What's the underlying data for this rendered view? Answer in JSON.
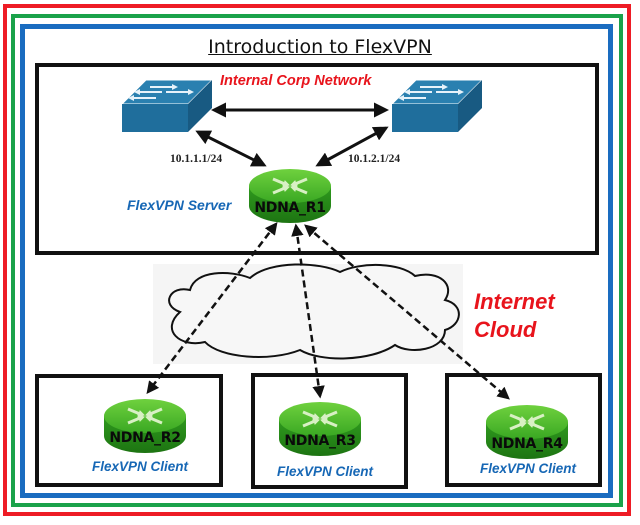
{
  "title": "Introduction to FlexVPN",
  "internal_network": {
    "label": "Internal Corp Network",
    "switches": [
      {
        "name": "switch-left",
        "ip": "10.1.1.1/24"
      },
      {
        "name": "switch-right",
        "ip": "10.1.2.1/24"
      }
    ]
  },
  "server": {
    "router": "NDNA_R1",
    "role": "FlexVPN Server"
  },
  "cloud": {
    "label_line1": "Internet",
    "label_line2": "Cloud"
  },
  "clients": [
    {
      "router": "NDNA_R2",
      "role": "FlexVPN Client"
    },
    {
      "router": "NDNA_R3",
      "role": "FlexVPN Client"
    },
    {
      "router": "NDNA_R4",
      "role": "FlexVPN Client"
    }
  ],
  "colors": {
    "frame_outer": "#ee1c25",
    "frame_middle": "#1aa24a",
    "frame_inner": "#1a6cc0",
    "router_green": "#2f9a1e",
    "switch_blue": "#1f6e9c",
    "accent_red": "#e8141c",
    "accent_blue": "#1667b5"
  }
}
